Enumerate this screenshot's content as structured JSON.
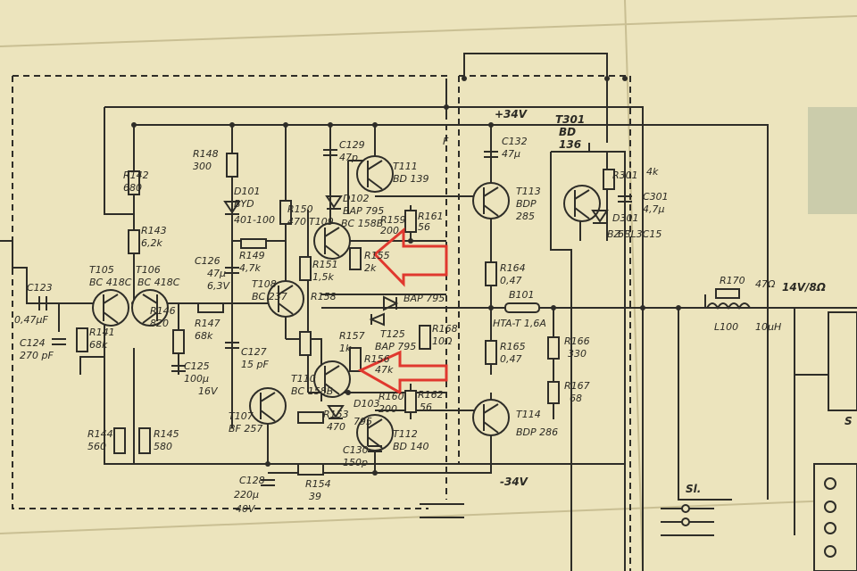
{
  "components": {
    "R142": [
      "R142",
      "680"
    ],
    "R143": [
      "R143",
      "6,2k"
    ],
    "R148": [
      "R148",
      "300"
    ],
    "D101": [
      "D101",
      "BYD",
      "401-100"
    ],
    "R150": [
      "R150",
      "470"
    ],
    "C129": [
      "C129",
      "47p"
    ],
    "T111": [
      "T111",
      "BD 139"
    ],
    "D102": [
      "D102",
      "BAP 795"
    ],
    "T109": [
      "T109",
      "BC 158B"
    ],
    "R159": [
      "R159",
      "200"
    ],
    "R161": [
      "R161",
      "56"
    ],
    "C132": [
      "C132",
      "47μ"
    ],
    "T113": [
      "T113",
      "BDP",
      "285"
    ],
    "T301": [
      "T301",
      "BD",
      "136"
    ],
    "R301": [
      "R301",
      "4k"
    ],
    "C301": [
      "C301",
      "4,7μ"
    ],
    "D301": [
      "D301",
      "BZ",
      "6BL3C15"
    ],
    "C123": [
      "C123",
      "0,47μF"
    ],
    "C124": [
      "C124",
      "270 pF"
    ],
    "T105": [
      "T105",
      "BC 418C"
    ],
    "T106": [
      "T106",
      "BC 418C"
    ],
    "R141": [
      "R141",
      "68k"
    ],
    "R146": [
      "R146",
      "820"
    ],
    "R147": [
      "R147",
      "68k"
    ],
    "C126": [
      "C126",
      "47μ",
      "6,3V"
    ],
    "R149": [
      "R149",
      "4,7k"
    ],
    "T108": [
      "T108",
      "BC 237"
    ],
    "R151": [
      "R151",
      "1,5k"
    ],
    "R155": [
      "R155",
      "2k"
    ],
    "R158": [
      "R158",
      ""
    ],
    "R164": [
      "R164",
      "0,47"
    ],
    "B101": [
      "B101",
      "HTA-T 1,6A"
    ],
    "R170": [
      "R170",
      "47Ω"
    ],
    "L100": [
      "L100",
      "10μH"
    ],
    "C125": [
      "C125",
      "100μ",
      "16V"
    ],
    "C127": [
      "C127",
      "15 pF"
    ],
    "T110": [
      "T110",
      "BC 158B"
    ],
    "R157": [
      "R157",
      "1k"
    ],
    "T125": [
      "T125",
      "BAP 795"
    ],
    "R156": [
      "R156",
      "47k"
    ],
    "R168": [
      "R168",
      "10Ω"
    ],
    "R165": [
      "R165",
      "0,47"
    ],
    "R166": [
      "R166",
      "330"
    ],
    "R167": [
      "R167",
      "68"
    ],
    "R144": [
      "R144",
      "560"
    ],
    "R145": [
      "R145",
      "580"
    ],
    "T107": [
      "T107",
      "BF 257"
    ],
    "R153": [
      "R153",
      "470"
    ],
    "D103": [
      "D103",
      "795"
    ],
    "R160": [
      "R160",
      "200"
    ],
    "R162": [
      "R162",
      "56"
    ],
    "T114": [
      "T114",
      "BDP 286"
    ],
    "T112": [
      "T112",
      "BD 140"
    ],
    "C130": [
      "C130",
      "150p"
    ],
    "C128": [
      "C128",
      "220μ",
      "40V"
    ],
    "R154": [
      "R154",
      "39"
    ]
  },
  "rails": {
    "positive": "+34V",
    "negative": "-34V"
  },
  "labels": {
    "diode_bap": "BAP 795",
    "output_tag": "14V/8Ω",
    "connector": "Sl.",
    "speaker": "S",
    "tap_f": "F"
  },
  "colors": {
    "paper": "#ece4bd",
    "ink": "#2e2d28",
    "arrow": "#e0382e"
  }
}
